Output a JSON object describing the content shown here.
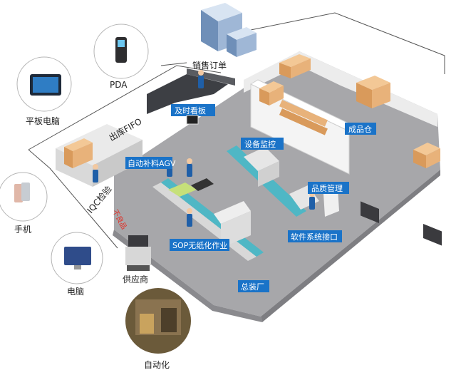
{
  "devices": {
    "pda": "PDA",
    "tablet": "平板电脑",
    "phone": "手机",
    "computer": "电脑"
  },
  "areas": {
    "sales_order": "销售订单",
    "kanban": "及时看板",
    "outbound_fifo": "出库FIFO",
    "agv": "自动补料AGV",
    "iqc": "IQC检验",
    "defective": "不良品",
    "equipment_monitor": "设备监控",
    "quality": "品质管理",
    "software": "软件系统接口",
    "sop": "SOP无纸化作业",
    "assembly": "总装厂",
    "finished_goods": "成品仓",
    "supplier": "供应商",
    "automation": "自动化"
  },
  "colors": {
    "floor": "#a7a7aa",
    "wall": "#ffffff",
    "tag": "#1a73c8",
    "conveyor": "#4fb7c5",
    "box": "#e8b27a",
    "worker": "#1f5fa8",
    "defective_text": "#e0332b"
  }
}
